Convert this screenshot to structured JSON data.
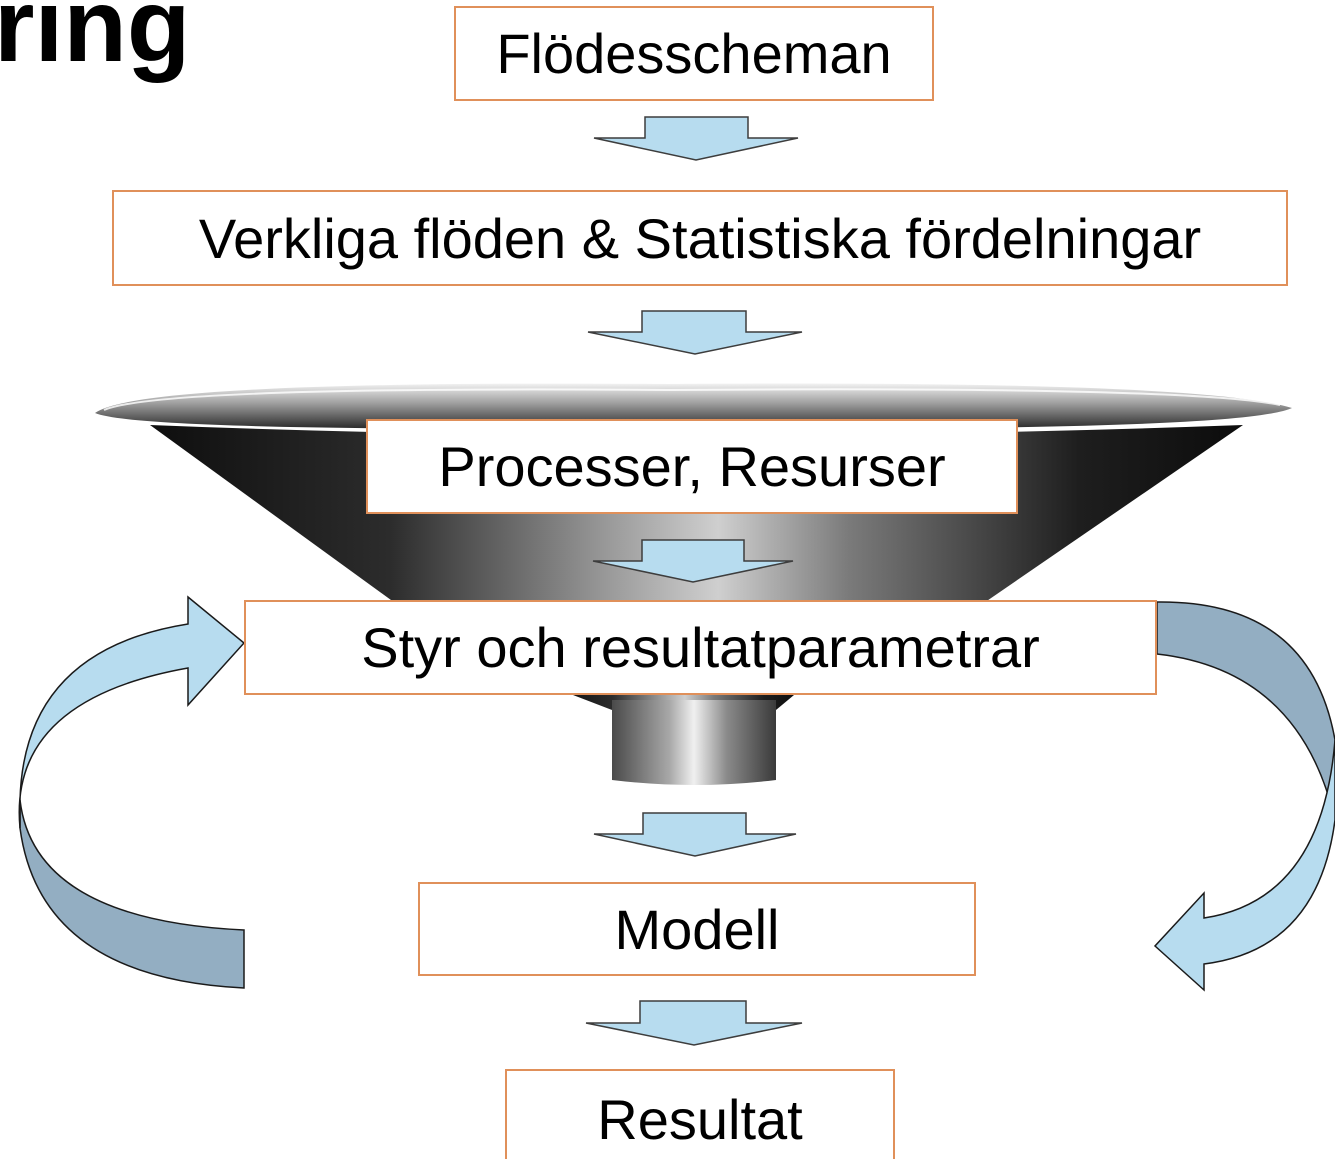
{
  "title_fragment": "ring",
  "boxes": {
    "flodesscheman": "Flödesscheman",
    "verkliga": "Verkliga flöden & Statistiska fördelningar",
    "processer": "Processer, Resurser",
    "styr": "Styr och resultatparametrar",
    "modell": "Modell",
    "resultat": "Resultat"
  },
  "colors": {
    "box_border": "#e0905a",
    "arrow_fill": "#b7dcef",
    "arrow_shadow_fill": "#93aec2",
    "funnel_dark": "#1c1c1c",
    "funnel_light": "#dcdcdc"
  },
  "icons": {
    "flow_arrow": "down-arrow-icon",
    "loop_left": "curved-arrow-icon",
    "loop_right": "curved-arrow-icon",
    "funnel": "funnel-icon"
  }
}
